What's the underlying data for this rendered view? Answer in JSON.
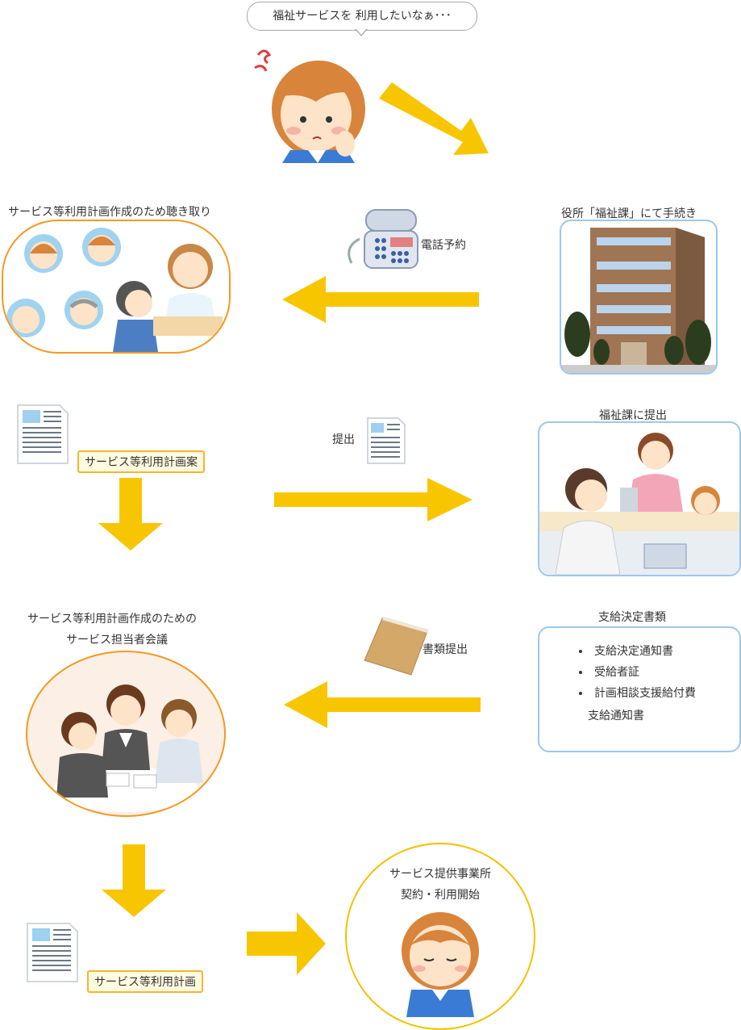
{
  "speech": "福祉サービスを 利用したいなぁ･･･",
  "steps": {
    "hearing": "サービス等利用計画作成のため聴き取り",
    "phone": "電話予約",
    "office": "役所「福祉課」にて手続き",
    "draft": "サービス等利用計画案",
    "submit": "提出",
    "submit_office": "福祉課に提出",
    "meeting_line1": "サービス等利用計画作成のための",
    "meeting_line2": "サービス担当者会議",
    "docs_submit": "書類提出",
    "decision_title": "支給決定書類",
    "decision_items": [
      "支給決定通知書",
      "受給者証",
      "計画相談支援給付費"
    ],
    "decision_item3_cont": "支給通知書",
    "plan": "サービス等利用計画",
    "provider_line1": "サービス提供事業所",
    "provider_line2": "契約・利用開始"
  },
  "colors": {
    "arrow": "#f7c600",
    "pill_border": "#f39a1f",
    "box_border": "#9cc8ec",
    "circle_border": "#f2c200"
  }
}
